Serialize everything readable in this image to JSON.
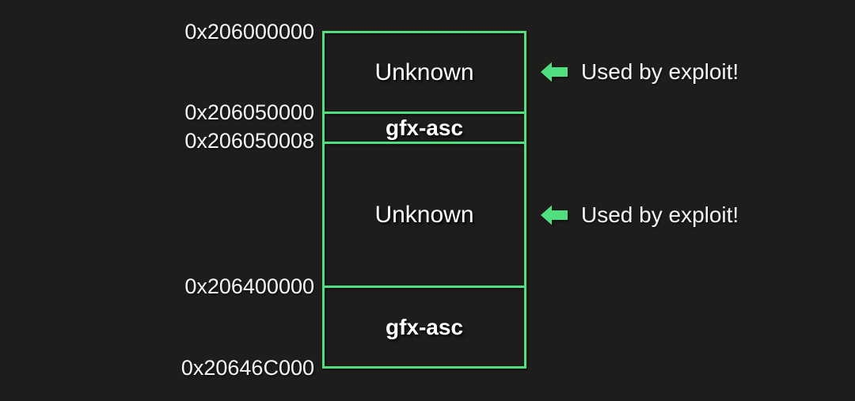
{
  "colors": {
    "background": "#1e1d1c",
    "accent_green": "#50df7e",
    "text_white": "#f5f5f5"
  },
  "memory_map": {
    "addresses": [
      {
        "value": "0x206000000"
      },
      {
        "value": "0x206050000"
      },
      {
        "value": "0x206050008"
      },
      {
        "value": "0x206400000"
      },
      {
        "value": "0x20646C000"
      }
    ],
    "regions": [
      {
        "name": "Unknown"
      },
      {
        "name": "gfx-asc"
      },
      {
        "name": "Unknown"
      },
      {
        "name": "gfx-asc"
      }
    ],
    "annotations": [
      {
        "text": "Used by exploit!"
      },
      {
        "text": "Used by exploit!"
      }
    ]
  }
}
